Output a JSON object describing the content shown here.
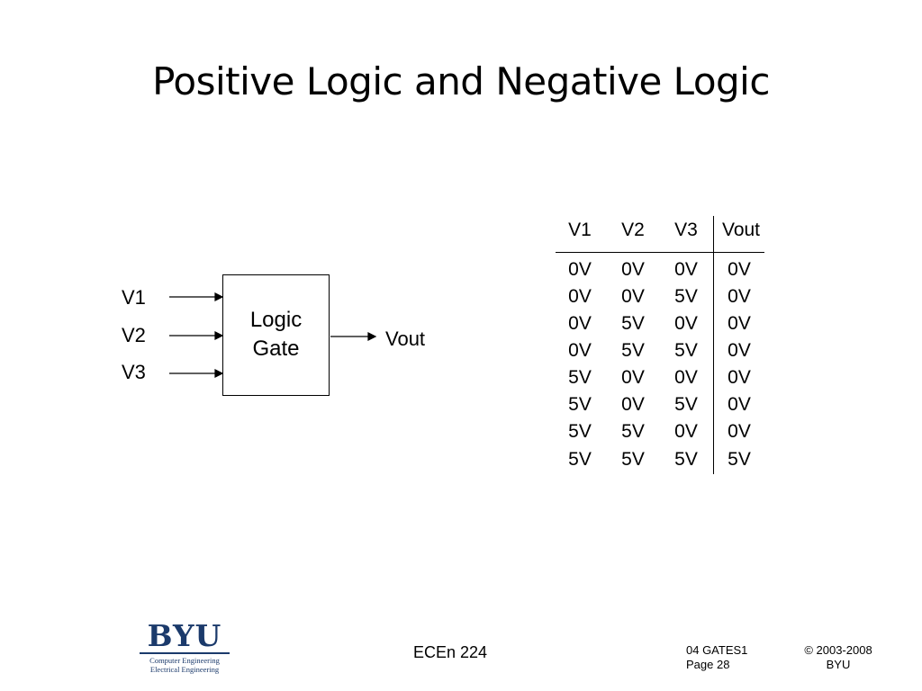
{
  "title": "Positive Logic and Negative Logic",
  "diagram": {
    "inputs": [
      "V1",
      "V2",
      "V3"
    ],
    "gate_line1": "Logic",
    "gate_line2": "Gate",
    "output": "Vout"
  },
  "truth_table": {
    "headers": [
      "V1",
      "V2",
      "V3",
      "Vout"
    ],
    "rows": [
      [
        "0V",
        "0V",
        "0V",
        "0V"
      ],
      [
        "0V",
        "0V",
        "5V",
        "0V"
      ],
      [
        "0V",
        "5V",
        "0V",
        "0V"
      ],
      [
        "0V",
        "5V",
        "5V",
        "0V"
      ],
      [
        "5V",
        "0V",
        "0V",
        "0V"
      ],
      [
        "5V",
        "0V",
        "5V",
        "0V"
      ],
      [
        "5V",
        "5V",
        "0V",
        "0V"
      ],
      [
        "5V",
        "5V",
        "5V",
        "5V"
      ]
    ]
  },
  "footer": {
    "logo_word": "BYU",
    "logo_line1": "Computer Engineering",
    "logo_line2": "Electrical Engineering",
    "course": "ECEn 224",
    "file": "04 GATES1",
    "page": "Page 28",
    "copyright": "© 2003-2008",
    "org": "BYU"
  },
  "colors": {
    "logo": "#1b3a6b"
  }
}
